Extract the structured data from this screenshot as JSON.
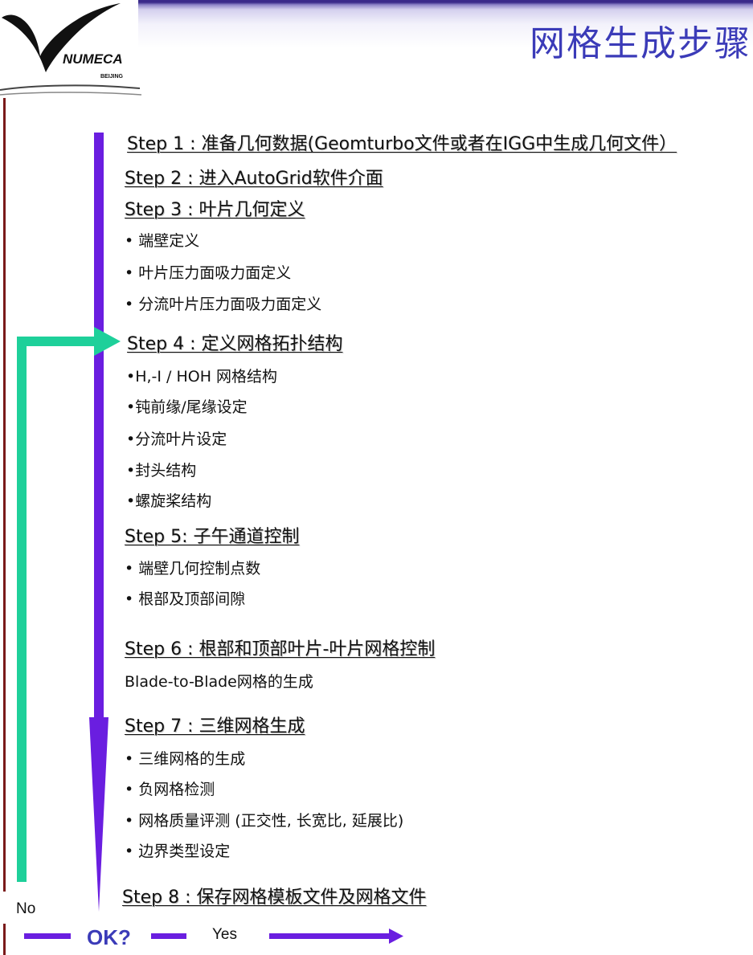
{
  "header": {
    "title": "网格生成步骤",
    "logo_text": "NUMECA",
    "logo_sub": "BEIJING"
  },
  "steps": [
    {
      "label": "Step 1 : 准备几何数据(Geomturbo文件或者在IGG中生成几何文件）",
      "items": []
    },
    {
      "label": "Step 2 : 进入AutoGrid软件介面",
      "items": []
    },
    {
      "label": "Step 3 : 叶片几何定义",
      "items": [
        "• 端壁定义",
        "• 叶片压力面吸力面定义",
        "• 分流叶片压力面吸力面定义"
      ]
    },
    {
      "label": "Step 4 : 定义网格拓扑结构",
      "items": [
        "•H,-I / HOH 网格结构",
        "•钝前缘/尾缘设定",
        "•分流叶片设定",
        "•封头结构",
        "•螺旋桨结构"
      ]
    },
    {
      "label": "Step 5: 子午通道控制",
      "items": [
        "• 端壁几何控制点数",
        "• 根部及顶部间隙"
      ]
    },
    {
      "label": "Step 6 : 根部和顶部叶片-叶片网格控制",
      "items": [
        "Blade-to-Blade网格的生成"
      ]
    },
    {
      "label": "Step 7 : 三维网格生成",
      "items": [
        "• 三维网格的生成",
        "• 负网格检测",
        "• 网格质量评测 (正交性, 长宽比, 延展比)",
        "• 边界类型设定"
      ]
    },
    {
      "label": "Step 8 : 保存网格模板文件及网格文件",
      "items": []
    }
  ],
  "flow": {
    "no_label": "No",
    "ok_label": "OK?",
    "yes_label": "Yes"
  },
  "colors": {
    "main_arrow": "#6a1ee0",
    "loop_arrow": "#1ed09a",
    "title": "#3b3bb8",
    "left_rule": "#7a1a1a"
  }
}
